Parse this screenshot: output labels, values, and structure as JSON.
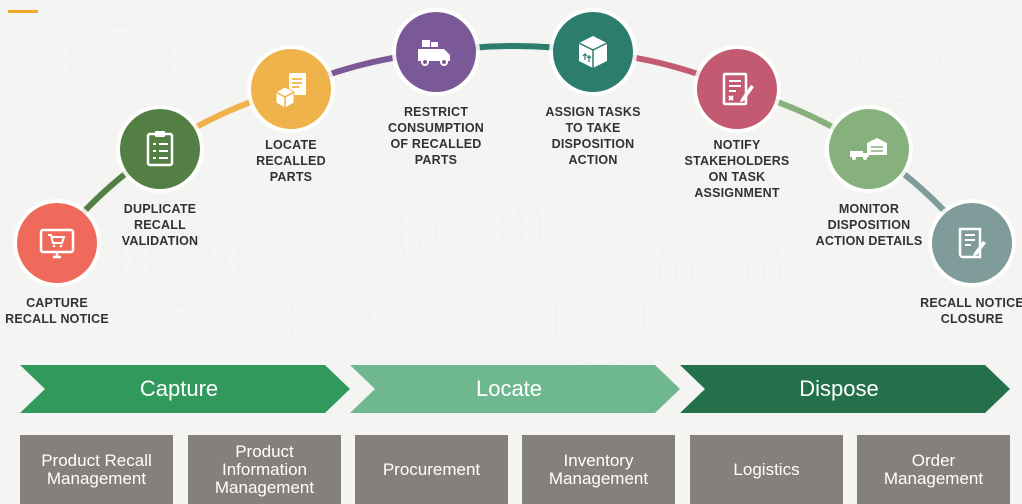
{
  "steps": [
    {
      "label": "CAPTURE\nRECALL NOTICE",
      "color": "#ef6a5a",
      "icon": "computer-cart-icon"
    },
    {
      "label": "DUPLICATE\nRECALL\nVALIDATION",
      "color": "#537f45",
      "icon": "clipboard-checklist-icon"
    },
    {
      "label": "LOCATE\nRECALLED\nPARTS",
      "color": "#f0b24a",
      "icon": "box-document-icon"
    },
    {
      "label": "RESTRICT\nCONSUMPTION\nOF RECALLED\nPARTS",
      "color": "#7b5998",
      "icon": "delivery-van-icon"
    },
    {
      "label": "ASSIGN TASKS\nTO TAKE\nDISPOSITION\nACTION",
      "color": "#2d7d6f",
      "icon": "package-box-icon"
    },
    {
      "label": "NOTIFY\nSTAKEHOLDERS\nON TASK\nASSIGNMENT",
      "color": "#c45a72",
      "icon": "document-pen-icon"
    },
    {
      "label": "MONITOR\nDISPOSITION\nACTION DETAILS",
      "color": "#86b17c",
      "icon": "truck-warehouse-icon"
    },
    {
      "label": "RECALL NOTICE\nCLOSURE",
      "color": "#7f9c9b",
      "icon": "scroll-pen-icon"
    }
  ],
  "phases": [
    {
      "label": "Capture",
      "color": "#32995c"
    },
    {
      "label": "Locate",
      "color": "#6fb88f"
    },
    {
      "label": "Dispose",
      "color": "#24704a"
    }
  ],
  "apps": [
    {
      "label": "Product Recall\nManagement"
    },
    {
      "label": "Product\nInformation\nManagement"
    },
    {
      "label": "Procurement"
    },
    {
      "label": "Inventory\nManagement"
    },
    {
      "label": "Logistics"
    },
    {
      "label": "Order\nManagement"
    }
  ],
  "colors": {
    "accent": "#f0a92c",
    "app_box": "#85807b",
    "label_text": "#2e3436"
  }
}
